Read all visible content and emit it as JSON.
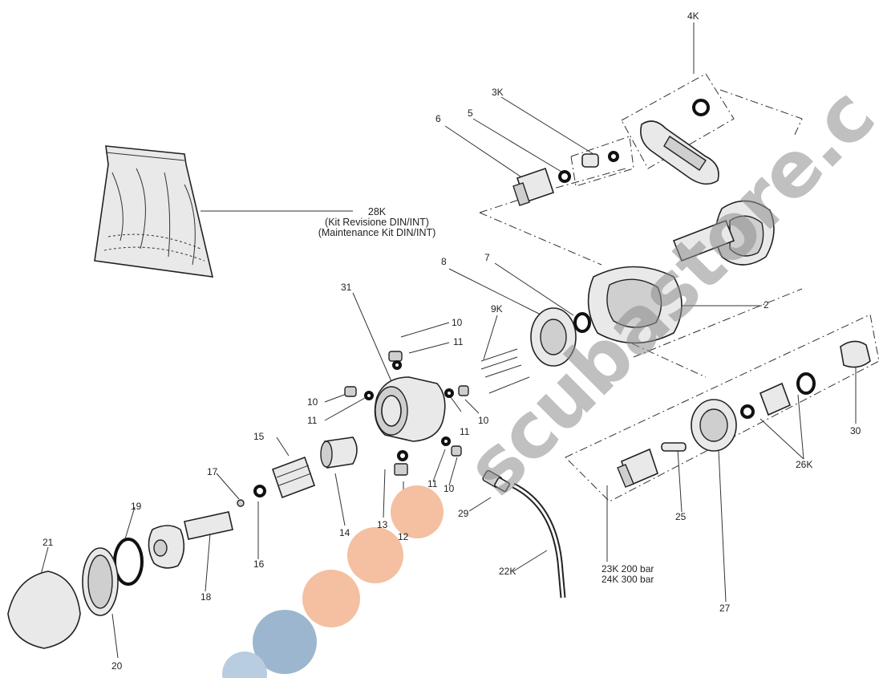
{
  "watermark": "scubastore.c",
  "kit_label": {
    "code": "28K",
    "line_it": "(Kit Revisione DIN/INT)",
    "line_en": "(Maintenance Kit DIN/INT)"
  },
  "part_labels": {
    "p4k": "4K",
    "p3k": "3K",
    "p6": "6",
    "p5": "5",
    "p8": "8",
    "p7": "7",
    "p2": "2",
    "p31": "31",
    "p9k": "9K",
    "p10a": "10",
    "p11a": "11",
    "p10b": "10",
    "p11b": "11",
    "p11c": "11",
    "p10c": "10",
    "p11d": "11",
    "p10d": "10",
    "p15": "15",
    "p14": "14",
    "p13": "13",
    "p12": "12",
    "p17": "17",
    "p16": "16",
    "p19": "19",
    "p21": "21",
    "p18": "18",
    "p20": "20",
    "p29": "29",
    "p22k": "22K",
    "p25": "25",
    "p27": "27",
    "p26k": "26K",
    "p30": "30",
    "p23k": "23K 200 bar",
    "p24k": "24K 300 bar"
  },
  "colors": {
    "dot_orange": "#f4c0a1",
    "dot_blue": "#9db6cf",
    "dot_blue_light": "#b9cde0"
  }
}
